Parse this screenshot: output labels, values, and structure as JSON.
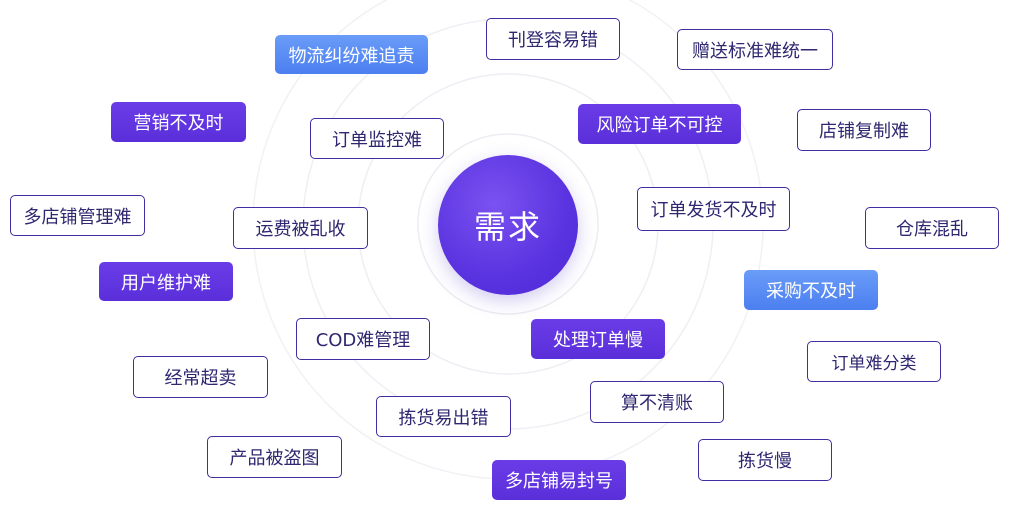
{
  "center": {
    "label": "需求"
  },
  "tags": [
    {
      "id": "t01",
      "label": "物流纠纷难追责"
    },
    {
      "id": "t02",
      "label": "刊登容易错"
    },
    {
      "id": "t03",
      "label": "赠送标准难统一"
    },
    {
      "id": "t04",
      "label": "营销不及时"
    },
    {
      "id": "t05",
      "label": "订单监控难"
    },
    {
      "id": "t06",
      "label": "风险订单不可控"
    },
    {
      "id": "t07",
      "label": "店铺复制难"
    },
    {
      "id": "t08",
      "label": "多店铺管理难"
    },
    {
      "id": "t09",
      "label": "运费被乱收"
    },
    {
      "id": "t10",
      "label": "订单发货不及时"
    },
    {
      "id": "t11",
      "label": "仓库混乱"
    },
    {
      "id": "t12",
      "label": "用户维护难"
    },
    {
      "id": "t13",
      "label": "采购不及时"
    },
    {
      "id": "t14",
      "label": "COD难管理"
    },
    {
      "id": "t15",
      "label": "处理订单慢"
    },
    {
      "id": "t16",
      "label": "订单难分类"
    },
    {
      "id": "t17",
      "label": "经常超卖"
    },
    {
      "id": "t18",
      "label": "算不清账"
    },
    {
      "id": "t19",
      "label": "拣货易出错"
    },
    {
      "id": "t20",
      "label": "产品被盗图"
    },
    {
      "id": "t21",
      "label": "拣货慢"
    },
    {
      "id": "t22",
      "label": "多店铺易封号"
    }
  ]
}
